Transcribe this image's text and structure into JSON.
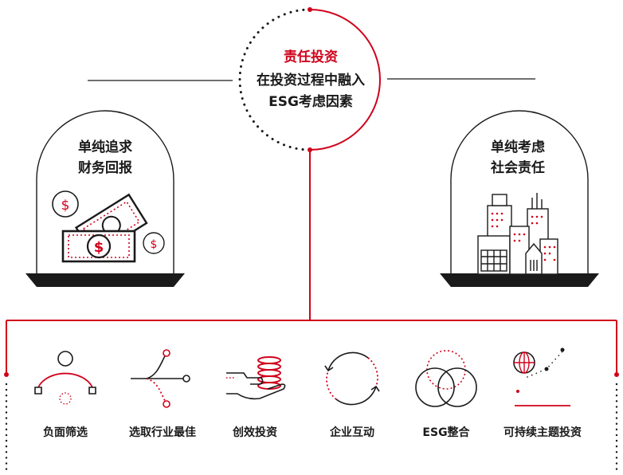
{
  "center": {
    "title": "责任投资",
    "line1": "在投资过程中融入",
    "line2": "ESG考虑因素"
  },
  "left_dome": {
    "line1": "单纯追求",
    "line2": "财务回报",
    "currency_symbol": "$",
    "illustration": "money-icon"
  },
  "right_dome": {
    "line1": "单纯考虑",
    "line2": "社会责任",
    "illustration": "city-buildings-icon"
  },
  "strategies": [
    {
      "label": "负面筛选",
      "icon": "negative-screening-icon"
    },
    {
      "label": "选取行业最佳",
      "icon": "best-in-class-icon"
    },
    {
      "label": "创效投资",
      "icon": "impact-investing-icon"
    },
    {
      "label": "企业互动",
      "icon": "engagement-icon"
    },
    {
      "label": "ESG整合",
      "icon": "esg-integration-icon"
    },
    {
      "label": "可持续主题投资",
      "icon": "sustainable-thematic-icon"
    }
  ],
  "colors": {
    "accent": "#d0021b",
    "ink": "#1a1a1a",
    "background": "#ffffff"
  }
}
